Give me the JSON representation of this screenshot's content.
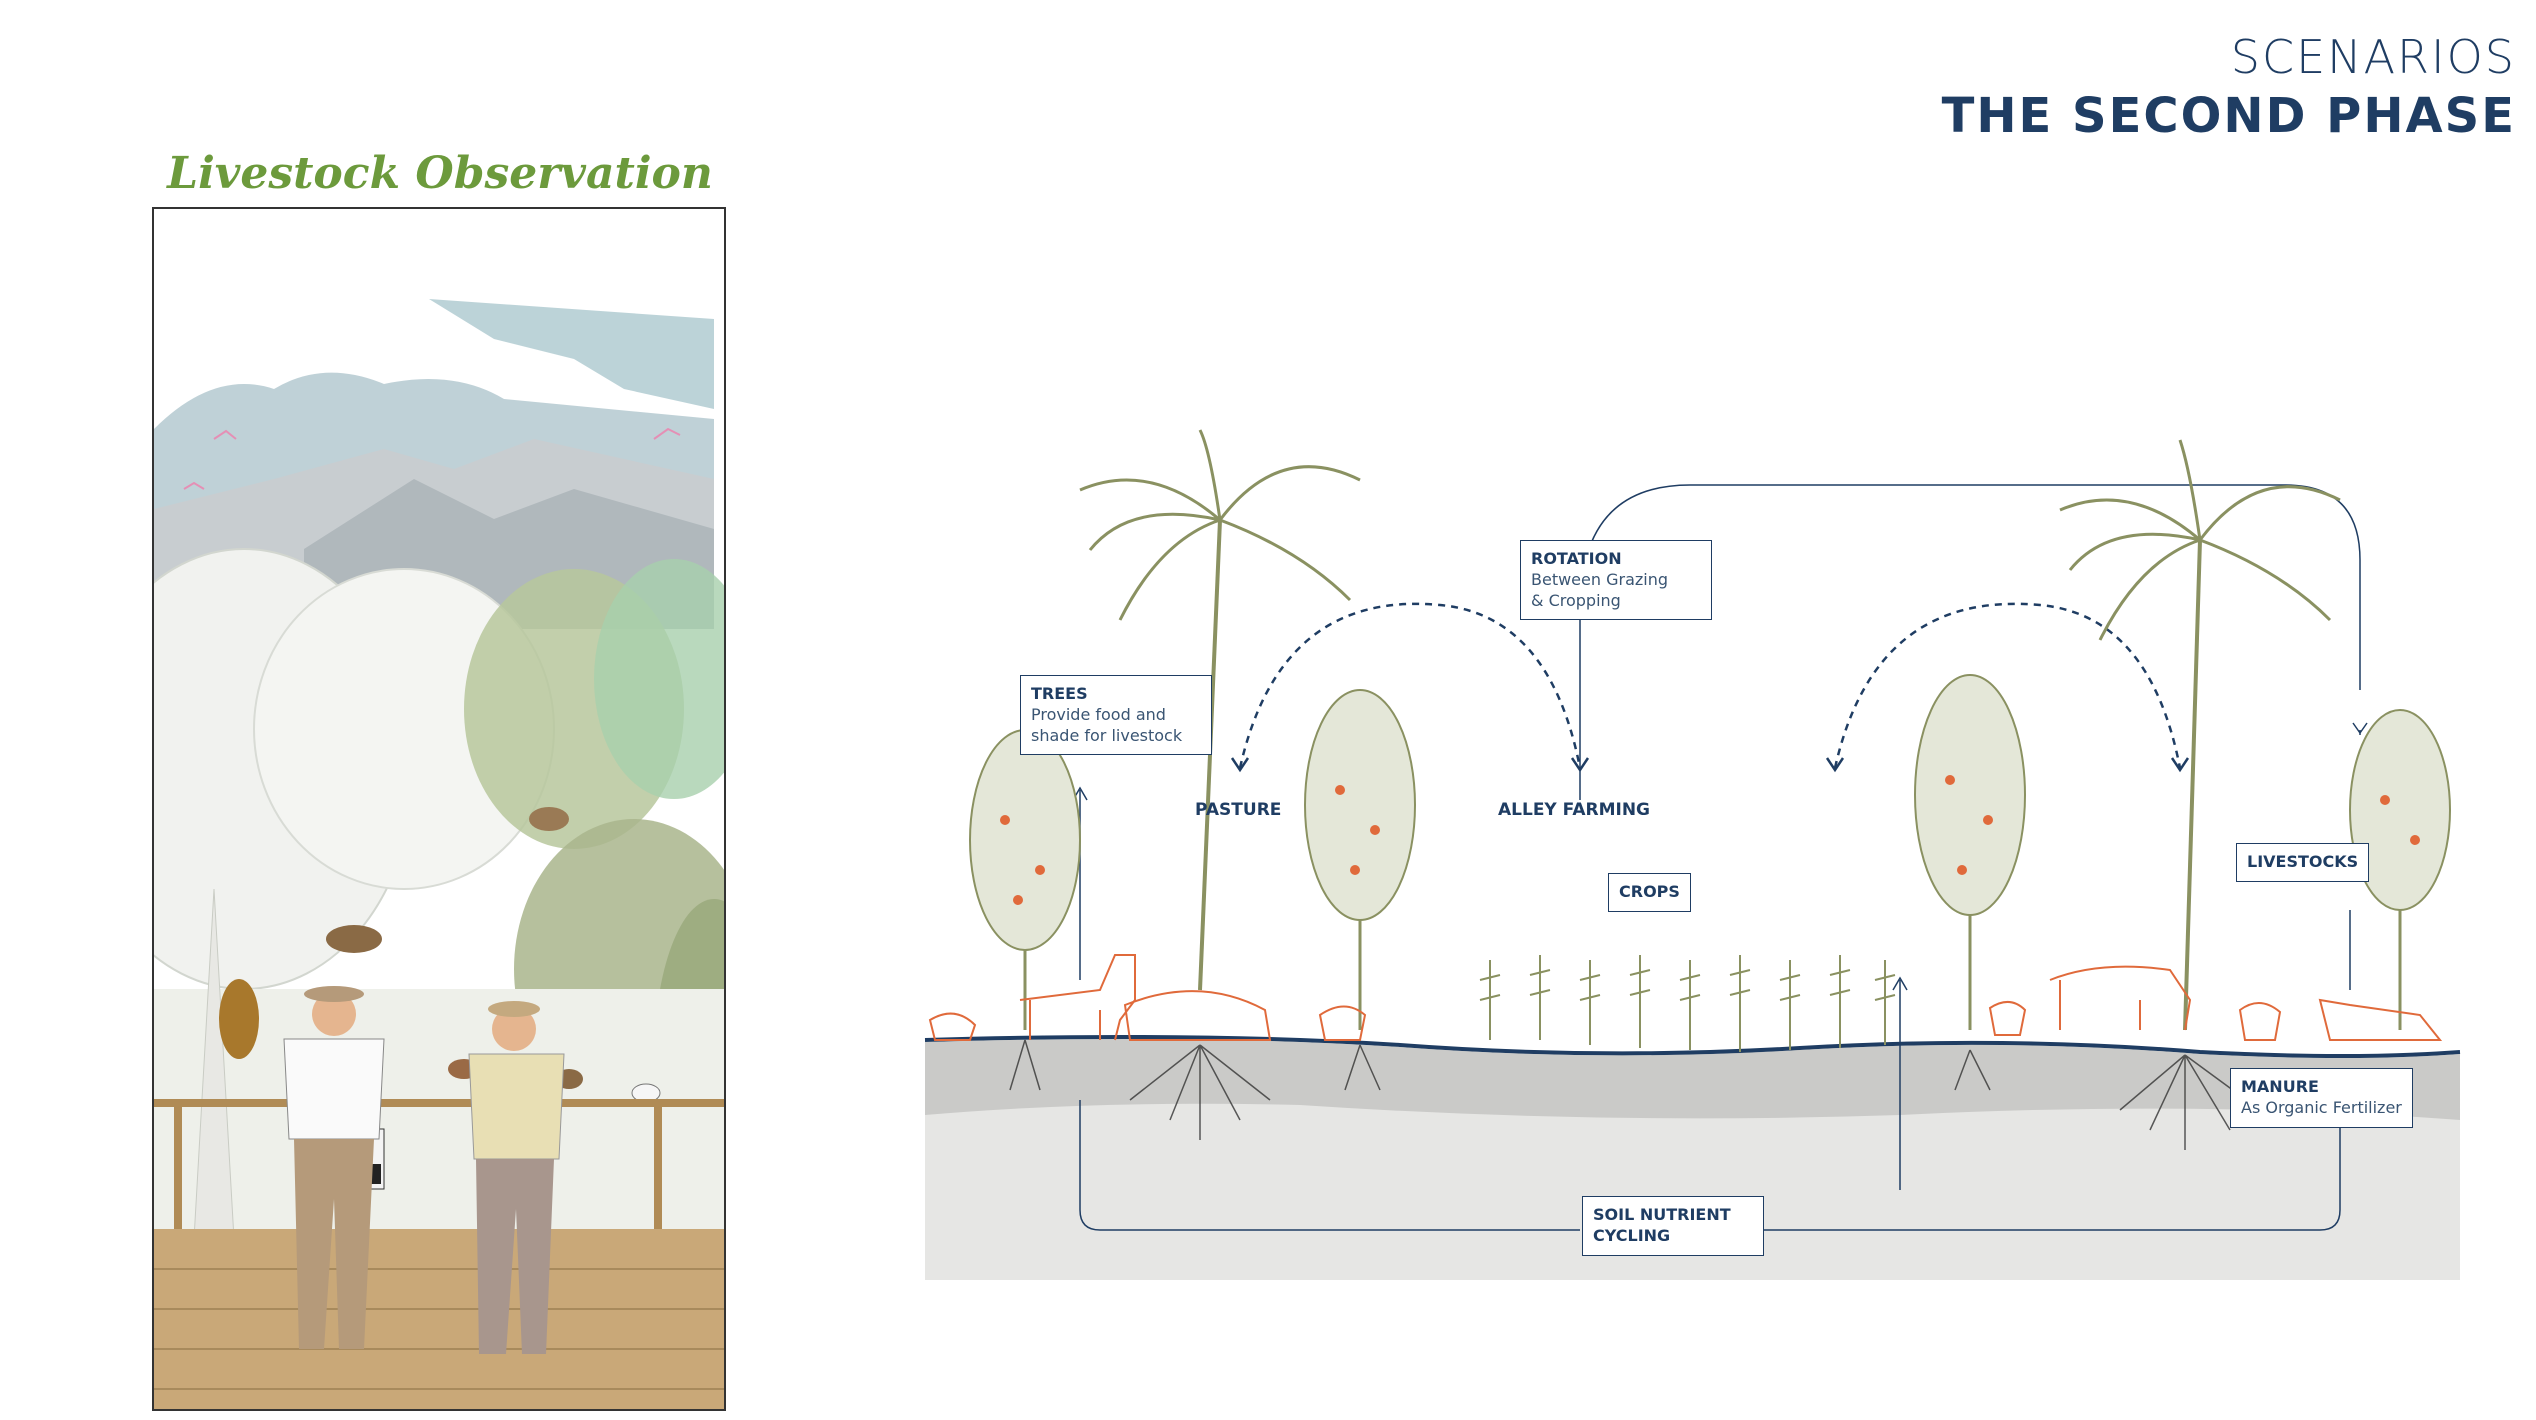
{
  "header": {
    "subtitle": "SCENARIOS",
    "title": "THE SECOND PHASE"
  },
  "panel": {
    "title": "Livestock Observation"
  },
  "diagram": {
    "labels": {
      "pasture": "PASTURE",
      "alley_farming": "ALLEY FARMING"
    },
    "callouts": {
      "rotation": {
        "heading": "ROTATION",
        "lines": [
          "Between Grazing",
          "& Cropping"
        ]
      },
      "trees": {
        "heading": "TREES",
        "lines": [
          "Provide food and",
          "shade for livestock"
        ]
      },
      "crops": {
        "heading": "CROPS"
      },
      "livestocks": {
        "heading": "LIVESTOCKS"
      },
      "manure": {
        "heading": "MANURE",
        "lines": [
          "As Organic Fertilizer"
        ]
      },
      "soil": {
        "heading": "SOIL NUTRIENT",
        "line2": "CYCLING"
      }
    }
  },
  "colors": {
    "navy": "#1f3d63",
    "title_green": "#6c9a3c",
    "tree_olive": "#8a9161",
    "animal_orange": "#e06a3b"
  }
}
